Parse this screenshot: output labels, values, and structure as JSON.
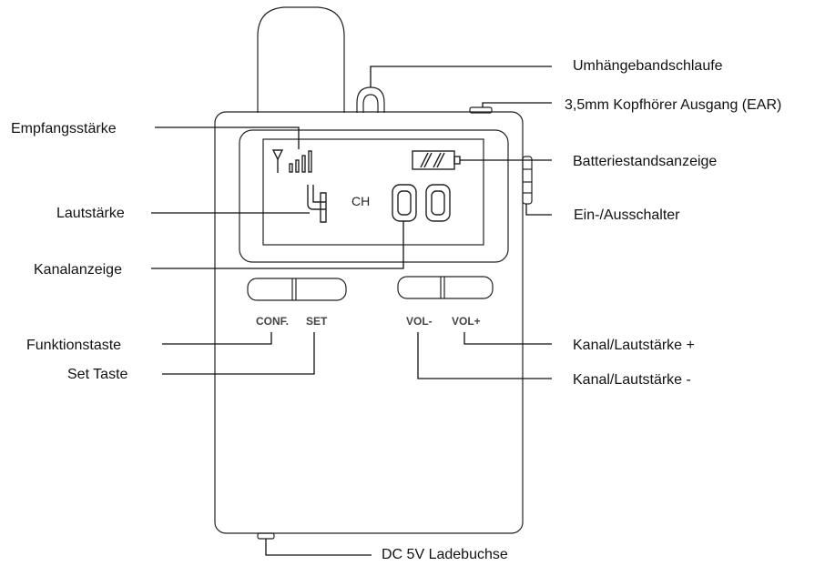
{
  "callouts": {
    "lanyard_loop": "Umhängebandschlaufe",
    "earphone_jack": "3,5mm Kopfhörer Ausgang (EAR)",
    "signal_strength": "Empfangsstärke",
    "battery_indicator": "Batteriestandsanzeige",
    "volume": "Lautstärke",
    "power_switch": "Ein-/Ausschalter",
    "channel_display": "Kanalanzeige",
    "function_key": "Funktionstaste",
    "channel_volume_up": "Kanal/Lautstärke +",
    "set_key": "Set Taste",
    "channel_volume_down": "Kanal/Lautstärke -",
    "dc_charging_jack": "DC 5V Ladebuchse"
  },
  "device": {
    "lcd": {
      "volume_digit": "4",
      "channel_label": "CH",
      "channel_digits": "00",
      "signal_bars": 4,
      "battery_bars": 2
    },
    "buttons": {
      "conf": "CONF.",
      "set": "SET",
      "vol_minus": "VOL-",
      "vol_plus": "VOL+"
    }
  }
}
